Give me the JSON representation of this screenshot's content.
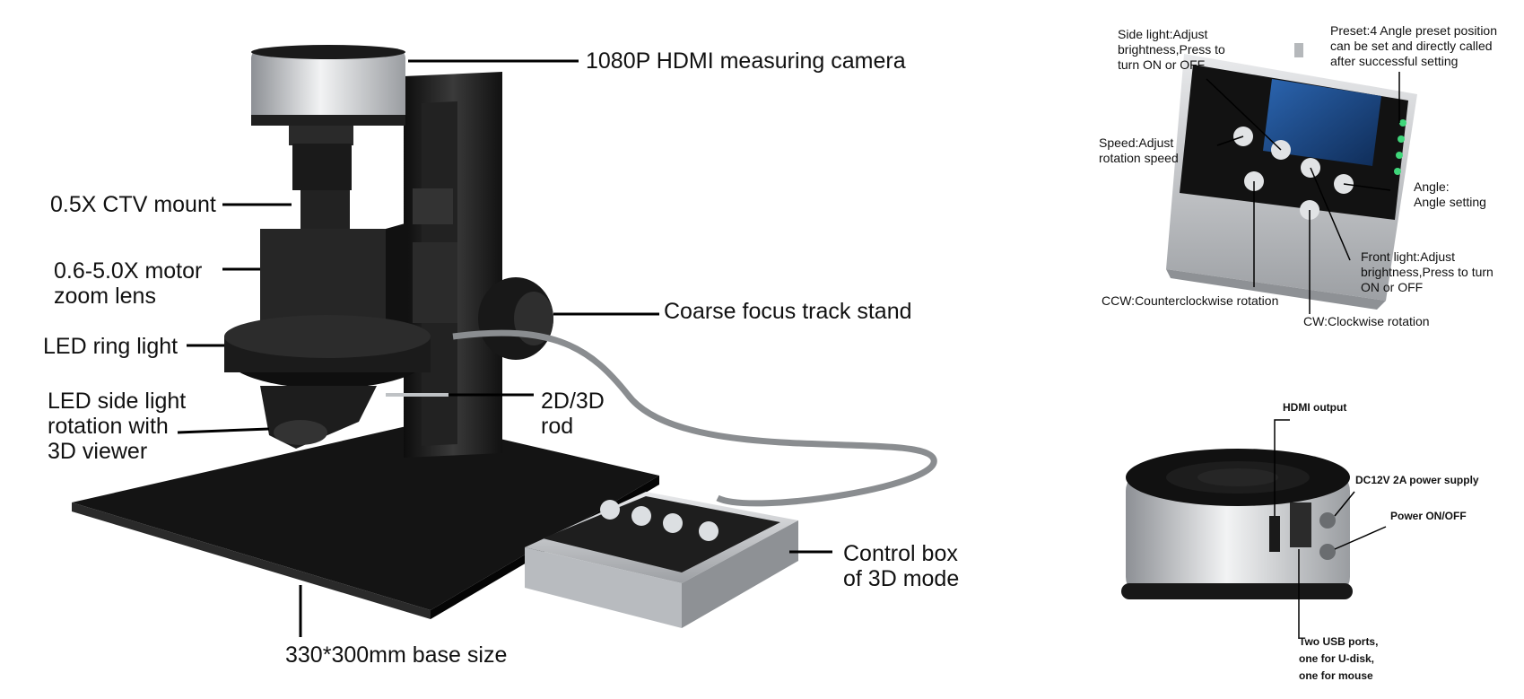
{
  "colors": {
    "background": "#ffffff",
    "metal_dark": "#1b1b1b",
    "metal_silver": "#cfd1d4",
    "leader_line": "#000000",
    "indicator_green": "#3fd67a",
    "screen_blue": "#1f4e8c"
  },
  "main_labels": {
    "camera": "1080P HDMI measuring camera",
    "ctv_mount": "0.5X CTV mount",
    "zoom_lens": "0.6-5.0X motor\nzoom lens",
    "ring_light": "LED ring light",
    "side_light": "LED side light\nrotation with\n3D viewer",
    "rod": "2D/3D\nrod",
    "track_stand": "Coarse focus track stand",
    "control_box": "Control box\nof 3D mode",
    "base_size": "330*300mm base size"
  },
  "controller_labels": {
    "side_light": "Side light:Adjust\nbrightness,Press to\nturn ON or OFF",
    "preset": "Preset:4 Angle preset position\ncan be set and directly called\nafter successful setting",
    "speed": "Speed:Adjust\nrotation speed",
    "angle": "Angle:\nAngle setting",
    "front_light": "Front light:Adjust\nbrightness,Press to turn\nON or OFF",
    "ccw": "CCW:Counterclockwise rotation",
    "cw": "CW:Clockwise rotation"
  },
  "camera_labels": {
    "hdmi": "HDMI  output",
    "dc_power": "DC12V 2A power supply",
    "power_switch": "Power ON/OFF",
    "usb": "Two USB ports,\none for U-disk,\none for mouse"
  },
  "icons": [
    "camera-body-icon",
    "zoom-lens-icon",
    "ring-light-icon",
    "side-light-icon",
    "track-stand-icon",
    "focus-knob-icon",
    "base-plate-icon",
    "control-box-icon",
    "controller-closeup-icon",
    "camera-closeup-icon"
  ]
}
